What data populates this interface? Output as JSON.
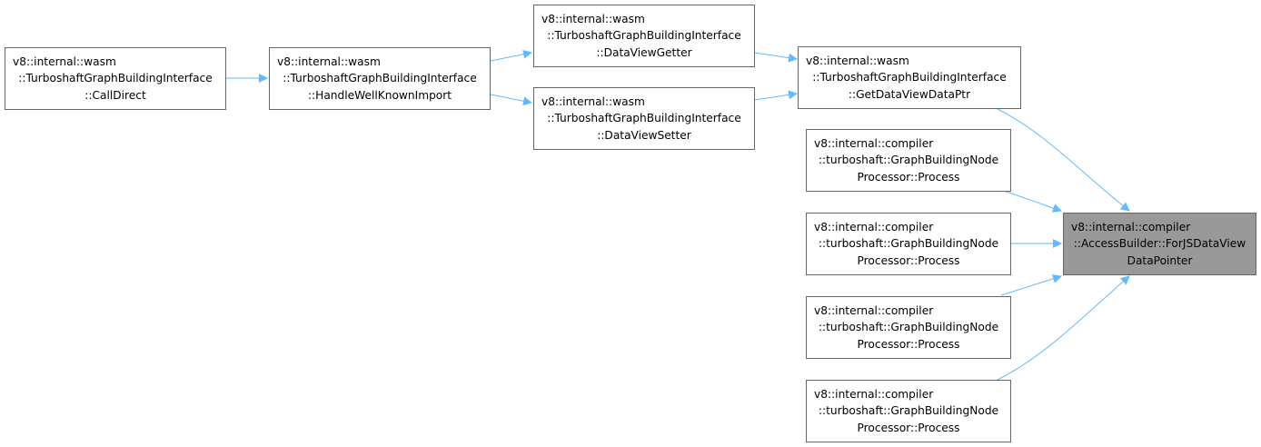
{
  "colors": {
    "edge": "#63b8ff",
    "node_border": "#666666",
    "focus_fill": "#999999"
  },
  "nodes": {
    "call_direct": {
      "lines": [
        "v8::internal::wasm",
        "::TurboshaftGraphBuildingInterface",
        "::CallDirect"
      ]
    },
    "handle_import": {
      "lines": [
        "v8::internal::wasm",
        "::TurboshaftGraphBuildingInterface",
        "::HandleWellKnownImport"
      ]
    },
    "dv_getter": {
      "lines": [
        "v8::internal::wasm",
        "::TurboshaftGraphBuildingInterface",
        "::DataViewGetter"
      ]
    },
    "dv_setter": {
      "lines": [
        "v8::internal::wasm",
        "::TurboshaftGraphBuildingInterface",
        "::DataViewSetter"
      ]
    },
    "get_dv_ptr": {
      "lines": [
        "v8::internal::wasm",
        "::TurboshaftGraphBuildingInterface",
        "::GetDataViewDataPtr"
      ]
    },
    "process_1": {
      "lines": [
        "v8::internal::compiler",
        "::turboshaft::GraphBuildingNode",
        "Processor::Process"
      ]
    },
    "process_2": {
      "lines": [
        "v8::internal::compiler",
        "::turboshaft::GraphBuildingNode",
        "Processor::Process"
      ]
    },
    "process_3": {
      "lines": [
        "v8::internal::compiler",
        "::turboshaft::GraphBuildingNode",
        "Processor::Process"
      ]
    },
    "process_4": {
      "lines": [
        "v8::internal::compiler",
        "::turboshaft::GraphBuildingNode",
        "Processor::Process"
      ]
    },
    "for_js_dataview": {
      "lines": [
        "v8::internal::compiler",
        "::AccessBuilder::ForJSDataView",
        "DataPointer"
      ]
    }
  }
}
